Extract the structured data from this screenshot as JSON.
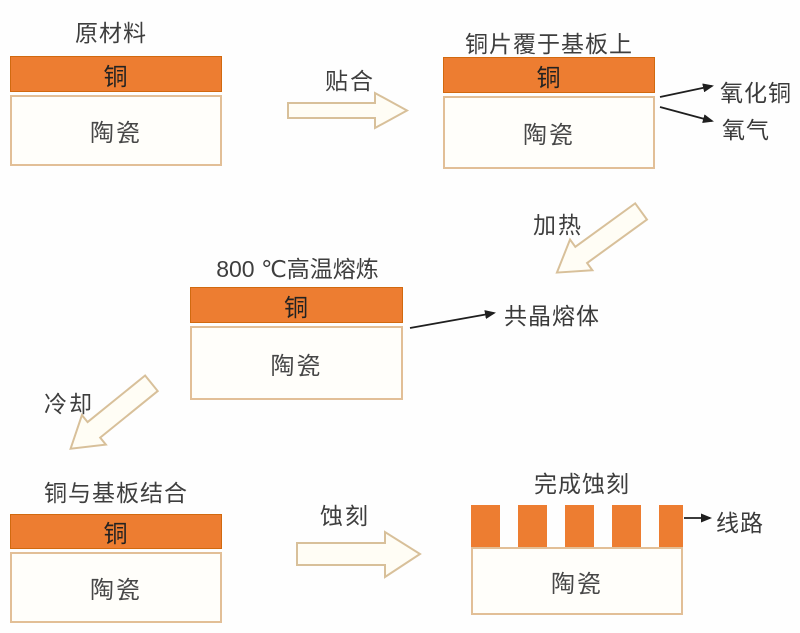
{
  "diagram": {
    "title_meaning": "DBC ceramic substrate copper-bonding process flow",
    "stages": {
      "raw": {
        "title": "原材料",
        "copper": "铜",
        "ceramic": "陶瓷"
      },
      "covered": {
        "title": "铜片覆于基板上",
        "copper": "铜",
        "ceramic": "陶瓷",
        "outputs": [
          "氧化铜",
          "氧气"
        ]
      },
      "smelt": {
        "title": "800 ℃高温熔炼",
        "copper": "铜",
        "ceramic": "陶瓷",
        "output": "共晶熔体"
      },
      "bonded": {
        "title": "铜与基板结合",
        "copper": "铜",
        "ceramic": "陶瓷"
      },
      "etched": {
        "title": "完成蚀刻",
        "ceramic": "陶瓷",
        "output": "线路"
      }
    },
    "process_arrows": {
      "laminate": "贴合",
      "heat": "加热",
      "cool": "冷却",
      "etch": "蚀刻"
    },
    "colors": {
      "copper_fill": "#ED7D31",
      "copper_border": "#d1690f",
      "ceramic_border": "#e2bf97",
      "block_arrow_outline": "#d8c09a",
      "block_arrow_fill": "#fffdf5",
      "connector_line": "#1f1f1f",
      "label_text": "#3e3e3e"
    }
  }
}
